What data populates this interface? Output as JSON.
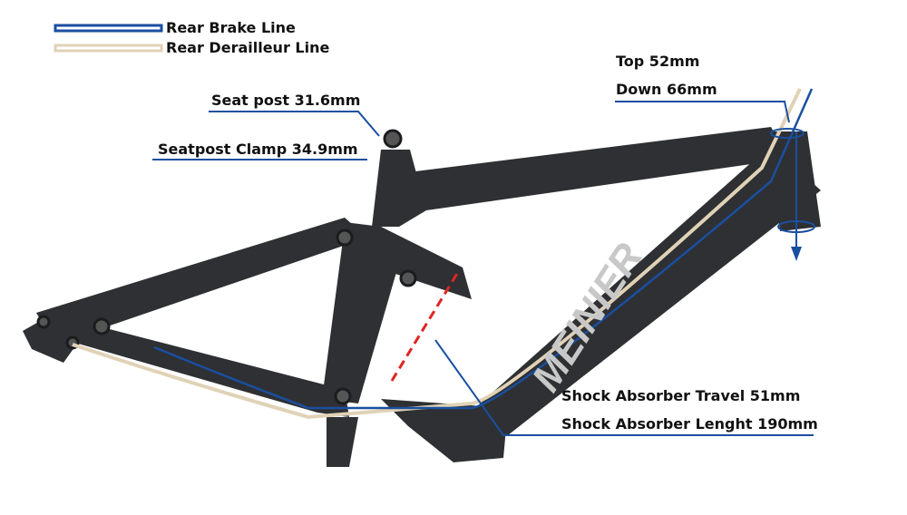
{
  "legend": [
    {
      "label": "Rear Brake Line",
      "color": "#1a4fa0"
    },
    {
      "label": "Rear Derailleur Line",
      "color": "#e0d2b6"
    }
  ],
  "callouts": {
    "seat_post": "Seat post 31.6mm",
    "seatpost_clamp": "Seatpost Clamp 34.9mm",
    "headset_top": "Top 52mm",
    "headset_down": "Down 66mm",
    "shock_travel": "Shock Absorber Travel 51mm",
    "shock_length": "Shock Absorber Lenght 190mm"
  },
  "brand": "MEINIER",
  "colors": {
    "leader": "#1a4fa0",
    "frame": "#2e3033",
    "shock": "#e02424"
  }
}
